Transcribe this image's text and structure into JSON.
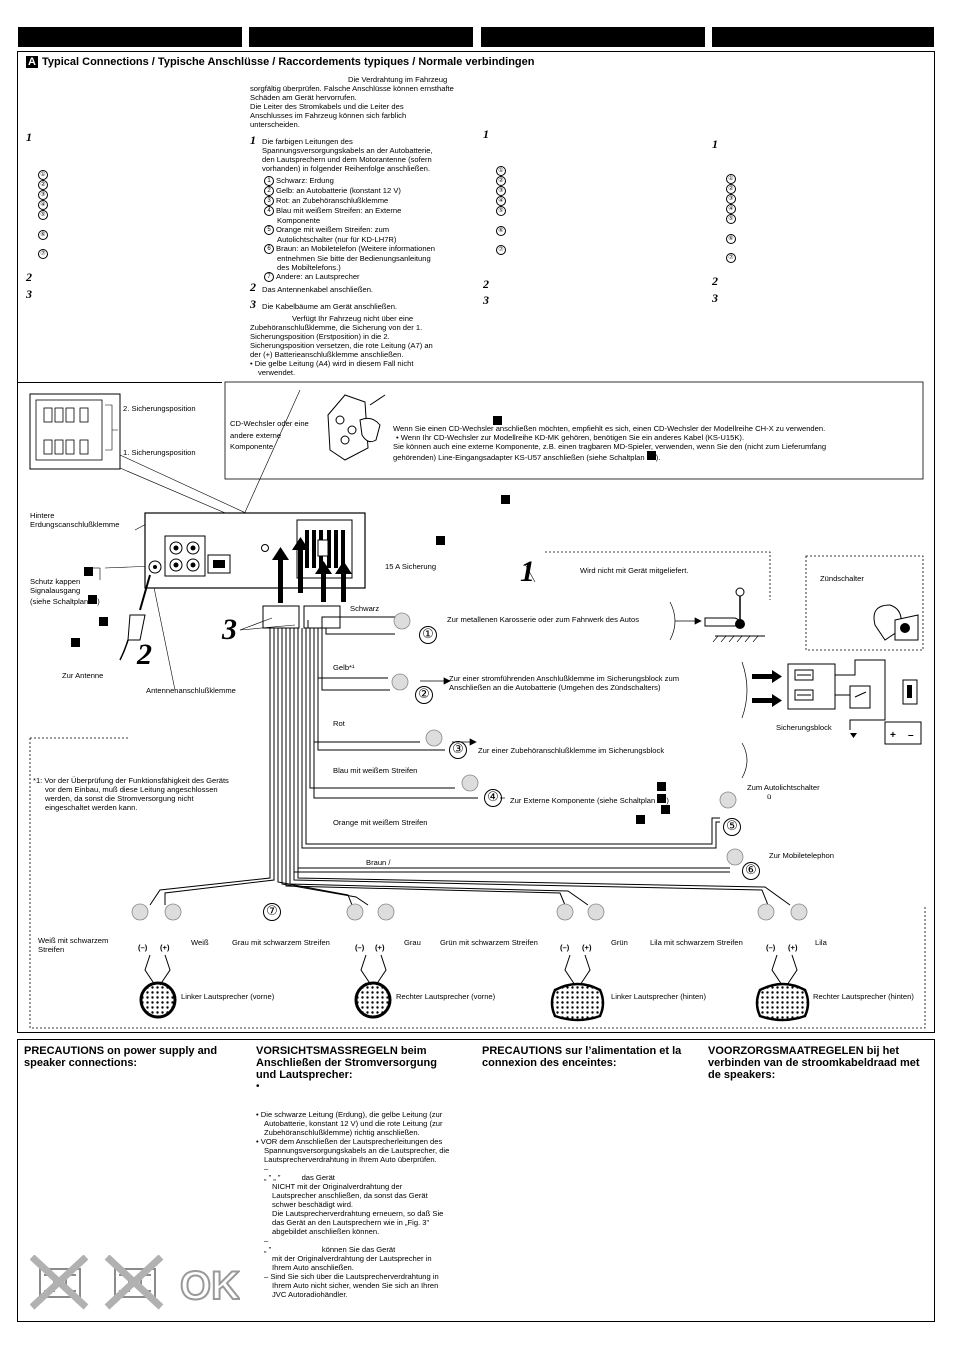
{
  "header": {
    "badge": "A",
    "title": "Typical Connections / Typische Anschlüsse / Raccordements typiques / Normale verbindingen"
  },
  "de_intro": [
    "Die Verdrahtung im Fahrzeug",
    "sorgfältig überprüfen. Falsche Anschlüsse können ernsthafte",
    "Schäden am Gerät hervorrufen.",
    "Die Leiter des Stromkabels und die Leiter des",
    "Anschlusses im Fahrzeug können sich farblich",
    "unterscheiden."
  ],
  "step_numbers": {
    "one": "1",
    "two": "2",
    "three": "3"
  },
  "de_step1": [
    "Die farbigen Leitungen des",
    "Spannungsversorgungskabels an der Autobatterie,",
    "den Lautsprechern und dem Motorantenne (sofern",
    "vorhanden) in folgender Reihenfolge anschließen."
  ],
  "de_items": [
    {
      "n": "1",
      "lines": [
        "Schwarz: Erdung"
      ]
    },
    {
      "n": "2",
      "lines": [
        "Gelb: an Autobatterie (konstant 12 V)"
      ]
    },
    {
      "n": "3",
      "lines": [
        "Rot: an Zubehöranschlußklemme"
      ]
    },
    {
      "n": "4",
      "lines": [
        "Blau mit weißem Streifen: an Externe",
        "Komponente"
      ]
    },
    {
      "n": "5",
      "lines": [
        "Orange mit weißem Streifen: zum",
        "Autolichtschalter (nur für KD-LH7R)"
      ]
    },
    {
      "n": "6",
      "lines": [
        "Braun: an Mobiletelefon (Weitere informationen",
        "entnehmen Sie bitte der Bedienungsanleitung",
        "des Mobiltelefons.)"
      ]
    },
    {
      "n": "7",
      "lines": [
        "Andere: an Lautsprecher"
      ]
    }
  ],
  "de_step2": "Das Antennenkabel anschließen.",
  "de_step3": "Die Kabelbäume am Gerät anschließen.",
  "de_step3_note": [
    "Verfügt Ihr Fahrzeug nicht über eine",
    "Zubehöranschlußklemme, die Sicherung von der 1.",
    "Sicherungsposition (Erstposition) in die 2.",
    "Sicherungsposition versetzen, die rote Leitung (A7) an",
    "der (+) Batterieanschlußklemme anschließen."
  ],
  "de_step3_bullet": [
    "• Die gelbe Leitung (A4) wird in diesem Fall nicht",
    "verwendet."
  ],
  "circled_nums": [
    "①",
    "②",
    "③",
    "④",
    "⑤",
    "⑥",
    "⑦"
  ],
  "diagram": {
    "fuse_pos_2": "2. Sicherungsposition",
    "fuse_pos_1": "1. Sicherungsposition",
    "cd_changer": [
      "CD-Wechsler oder eine",
      "andere externe",
      "Komponente"
    ],
    "cd_text": [
      "Wenn Sie einen CD-Wechsler anschließen möchten, empfiehlt es sich, einen CD-Wechsler der Modellreihe CH-X zu verwenden.",
      "• Wenn Ihr CD-Wechsler zur Modellreihe KD-MK gehören, benötigen Sie ein anderes Kabel (KS-U15K).",
      "Sie können auch eine externe Komponente, z.B. einen tragbaren MD-Spieler, verwenden, wenn Sie den (nicht zum Lieferumfang",
      "gehörenden) Line-Eingangsadapter KS-U57 anschließen (siehe Schaltplan"
    ],
    "cd_text_end": ").",
    "rear_ground": [
      "Hintere",
      "Erdungscanschlußklemme"
    ],
    "cap": [
      "Schutz kappen",
      "Signalausgang",
      "(siehe Schaltplan"
    ],
    "cap_end": ")",
    "fuse15": "15 A Sicherung",
    "not_supplied": "Wird nicht mit Gerät mitgeliefert.",
    "ignition": "Zündschalter",
    "to_antenna": "Zur Antenne",
    "antenna_terminal": "Antennenanschlußklemme",
    "fuse_block": "Sicherungsblock",
    "wires": [
      {
        "label": "Schwarz",
        "dest": "Zur metallenen Karosserie oder zum Fahrwerk des Autos"
      },
      {
        "label": "Gelb*¹",
        "dest": [
          "Zur einer stromführenden Anschlußklemme im Sicherungsblock zum",
          "Anschließen an die Autobatterie (Umgehen des Zündschalters)"
        ]
      },
      {
        "label": "Rot",
        "dest": "Zur einer Zubehöranschlußklemme im Sicherungsblock"
      },
      {
        "label": "Blau mit weißem Streifen",
        "dest": "Zur Externe Komponente (siehe Schaltplan"
      },
      {
        "label": "Orange mit weißem Streifen",
        "dest": [
          "Zum Autolichtschalter",
          "ü"
        ]
      },
      {
        "label": "Braun /",
        "dest": "Zur Mobiletelephon"
      }
    ],
    "footnote": [
      "*1: Vor der Überprüfung der Funktionsfähigkeit des Geräts",
      "vor dem Einbau, muß diese Leitung angeschlossen",
      "werden, da sonst die Stromversorgung nicht",
      "eingeschaltet werden kann."
    ],
    "speakers": [
      {
        "neg": "Weiß mit schwarzem Streifen",
        "pos": "Weiß",
        "name": "Linker Lautsprecher (vorne)"
      },
      {
        "neg": "Grau mit schwarzem Streifen",
        "pos": "Grau",
        "name": "Rechter Lautsprecher (vorne)"
      },
      {
        "neg": "Grün mit schwarzem Streifen",
        "pos": "Grün",
        "name": "Linker Lautsprecher (hinten)"
      },
      {
        "neg": "Lila mit schwarzem Streifen",
        "pos": "Lila",
        "name": "Rechter Lautsprecher (hinten)"
      }
    ],
    "minus": "(–)",
    "plus": "(+)"
  },
  "precautions": {
    "en": "PRECAUTIONS on power supply and speaker connections:",
    "de": [
      "VORSICHTSMASSREGELN beim",
      "Anschließen der Stromversorgung",
      "und Lautsprecher:"
    ],
    "fr": "PRECAUTIONS sur l’alimentation et la connexion des enceintes:",
    "nl": "VOORZORGSMAATREGELEN bij het verbinden van de stroomkabeldraad met de speakers:",
    "de_bullet": "•",
    "de_body": [
      "• Die schwarze Leitung (Erdung), die gelbe Leitung (zur",
      "Autobatterie, konstant 12 V) und die rote Leitung (zur",
      "Zubehöranschlußklemme) richtig anschließen.",
      "• VOR dem Anschließen der Lautsprecherleitungen des",
      "Spannungsversorgungskabels an die Lautsprecher, die",
      "Lautsprecherverdrahtung in Ihrem Auto überprüfen.",
      "–"
    ],
    "de_quote1": "„        ”     „        ”",
    "de_sub1": [
      "das Gerät",
      "NICHT mit der Originalverdrahtung der",
      "Lautsprecher anschließen, da sonst das Gerät",
      "schwer beschädigt wird.",
      "Die Lautsprecherverdrahtung erneuern, so daß Sie",
      "das Gerät an den Lautsprechern wie in „Fig. 3”",
      "abgebildet anschließen können.",
      "–"
    ],
    "de_quote2": "„        ”",
    "de_sub2": [
      "können Sie das Gerät",
      "mit der Originalverdrahtung der Lautsprecher in",
      "Ihrem Auto anschließen.",
      "– Sind Sie sich über die Lautsprecherverdrahtung in",
      "Ihrem Auto nicht sicher, wenden Sie sich an Ihren",
      "JVC Autoradiohändler."
    ],
    "ok": "OK"
  }
}
